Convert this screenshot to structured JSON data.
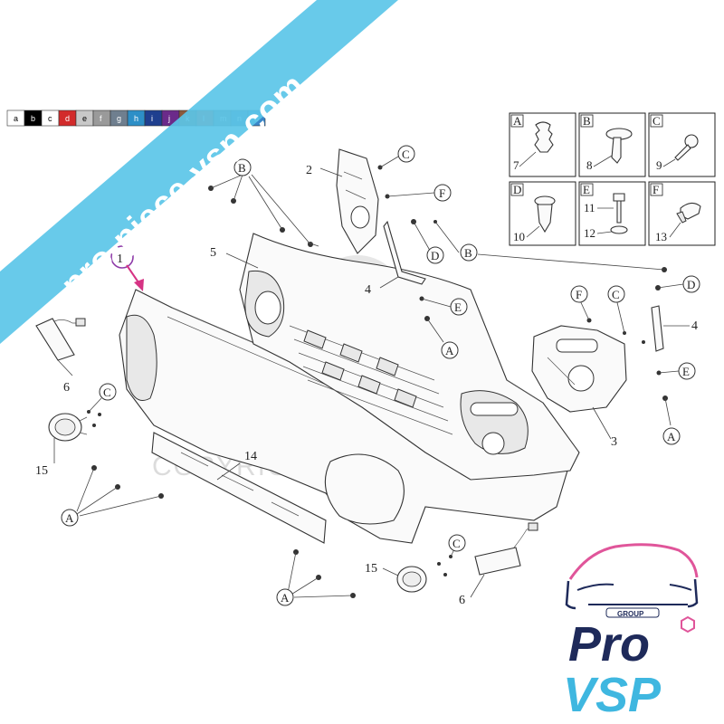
{
  "watermark": {
    "text": "pro-piece-vsp.com",
    "color": "#5bc5e8"
  },
  "copyright_text": "COPYRIGHT © VSP",
  "color_strip": [
    {
      "letter": "a",
      "color": "#ffffff",
      "text_color": "#000000"
    },
    {
      "letter": "b",
      "color": "#000000",
      "text_color": "#ffffff"
    },
    {
      "letter": "c",
      "color": "#ffffff",
      "text_color": "#000000"
    },
    {
      "letter": "d",
      "color": "#d22b2b",
      "text_color": "#ffffff"
    },
    {
      "letter": "e",
      "color": "#c8c8c8",
      "text_color": "#000000"
    },
    {
      "letter": "f",
      "color": "#9a9a9a",
      "text_color": "#ffffff"
    },
    {
      "letter": "g",
      "color": "#6f7f8f",
      "text_color": "#ffffff"
    },
    {
      "letter": "h",
      "color": "#2d8fc7",
      "text_color": "#ffffff"
    },
    {
      "letter": "i",
      "color": "#1f3f8f",
      "text_color": "#ffffff"
    },
    {
      "letter": "j",
      "color": "#6b2a8a",
      "text_color": "#ffffff"
    },
    {
      "letter": "k",
      "color": "#8b5a3c",
      "text_color": "#ffffff"
    },
    {
      "letter": "l",
      "color": "#e0552b",
      "text_color": "#ffffff"
    },
    {
      "letter": "m",
      "color": "#7a7a7a",
      "text_color": "#ffffff"
    },
    {
      "letter": "n",
      "color": "#5577aa",
      "text_color": "#ffffff"
    },
    {
      "letter": "o",
      "color": "#3a86c8",
      "text_color": "#ffffff"
    }
  ],
  "legend": {
    "boxes": [
      {
        "letter": "A",
        "num": "7"
      },
      {
        "letter": "B",
        "num": "8"
      },
      {
        "letter": "C",
        "num": "9"
      },
      {
        "letter": "D",
        "num": "10"
      },
      {
        "letter": "E",
        "num": "11",
        "num2": "12"
      },
      {
        "letter": "F",
        "num": "13"
      }
    ]
  },
  "callouts": {
    "n1": "1",
    "n2": "2",
    "n3": "3",
    "n4a": "4",
    "n4b": "4",
    "n5": "5",
    "n6a": "6",
    "n6b": "6",
    "n14": "14",
    "n15a": "15",
    "n15b": "15",
    "cB1": "B",
    "cB2": "B",
    "cC1": "C",
    "cC2": "C",
    "cC3": "C",
    "cC4": "C",
    "cD1": "D",
    "cD2": "D",
    "cE1": "E",
    "cE2": "E",
    "cF1": "F",
    "cF2": "F",
    "cA1": "A",
    "cA2": "A",
    "cA3": "A",
    "cA4": "A"
  },
  "logo": {
    "group": "GROUP",
    "pro": "Pro",
    "vsp": "VSP",
    "accent": "#e0559a",
    "navy": "#1e2a5a",
    "cyan": "#3fb7e0"
  },
  "highlight_color": "#d63384"
}
